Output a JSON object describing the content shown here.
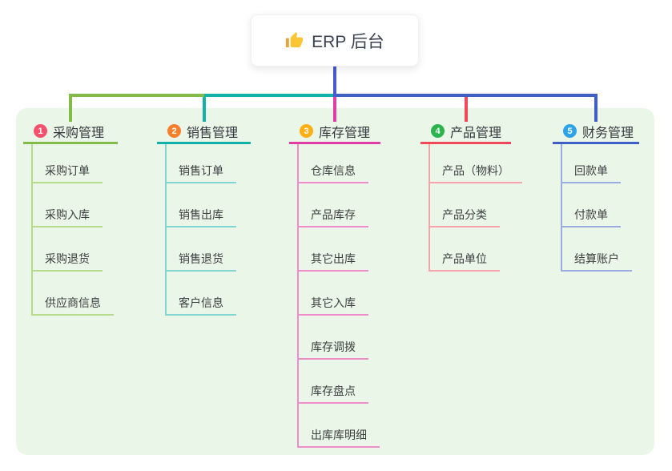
{
  "root": {
    "label": "ERP 后台",
    "icon": "thumbs-up-icon"
  },
  "colors": {
    "page_bg": "#ffffff",
    "panel_bg": "#eaf6e7",
    "root_line": "#4a5ace",
    "root_text": "#3a4150",
    "header_text": "#33373d",
    "child_text": "#3d4043"
  },
  "branches": [
    {
      "badge": "1",
      "label": "采购管理",
      "badge_color": "#f4516c",
      "line_color": "#82bb47",
      "light_line_color": "#b5db8b",
      "children": [
        "采购订单",
        "采购入库",
        "采购退货",
        "供应商信息"
      ]
    },
    {
      "badge": "2",
      "label": "销售管理",
      "badge_color": "#fb7e2a",
      "line_color": "#12b2aa",
      "light_line_color": "#82d6d0",
      "children": [
        "销售订单",
        "销售出库",
        "销售退货",
        "客户信息"
      ]
    },
    {
      "badge": "3",
      "label": "库存管理",
      "badge_color": "#ffae14",
      "line_color": "#e23da6",
      "light_line_color": "#f08cca",
      "children": [
        "仓库信息",
        "产品库存",
        "其它出库",
        "其它入库",
        "库存调拨",
        "库存盘点",
        "出库库明细"
      ]
    },
    {
      "badge": "4",
      "label": "产品管理",
      "badge_color": "#2cb34c",
      "line_color": "#f2495a",
      "light_line_color": "#f8a3ab",
      "children": [
        "产品（物料）",
        "产品分类",
        "产品单位"
      ]
    },
    {
      "badge": "5",
      "label": "财务管理",
      "badge_color": "#2da4ea",
      "line_color": "#3e5fc6",
      "light_line_color": "#9aace0",
      "children": [
        "回款单",
        "付款单",
        "结算账户"
      ]
    }
  ]
}
